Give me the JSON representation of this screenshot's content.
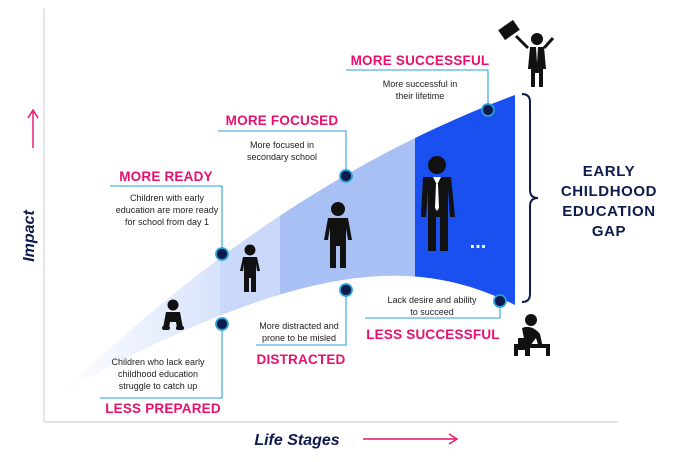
{
  "diagram": {
    "axes": {
      "y_label": "Impact",
      "x_label": "Life Stages"
    },
    "top_stages": [
      {
        "title": "MORE READY",
        "description": [
          "Children with early",
          "education are more ready",
          "for school from day 1"
        ]
      },
      {
        "title": "MORE FOCUSED",
        "description": [
          "More focused in",
          "secondary school"
        ]
      },
      {
        "title": "MORE SUCCESSFUL",
        "description": [
          "More successful in",
          "their lifetime"
        ]
      }
    ],
    "bottom_stages": [
      {
        "title": "LESS PREPARED",
        "description": [
          "Children who lack early",
          "childhood education",
          "struggle to catch up"
        ]
      },
      {
        "title": "DISTRACTED",
        "description": [
          "More distracted and",
          "prone to be misled"
        ]
      },
      {
        "title": "LESS SUCCESSFUL",
        "description": [
          "Lack desire and ability",
          "to succeed"
        ]
      }
    ],
    "ellipsis": "...",
    "gap_label": [
      "EARLY",
      "CHILDHOOD",
      "EDUCATION",
      "GAP"
    ],
    "colors": {
      "accent": "#e8106c",
      "navy": "#0d1b4c",
      "band_light": "#dbe6fb",
      "band_mid": "#a9c0f5",
      "band_strong": "#5d86ee",
      "band_deep": "#1a4ff0",
      "marker": "#0d1b4c",
      "marker_ring": "#2aa0d8"
    },
    "icons": [
      "baby-icon",
      "child-icon",
      "teen-icon",
      "adult-icon",
      "celebrating-graduate-icon",
      "sad-person-icon"
    ]
  }
}
